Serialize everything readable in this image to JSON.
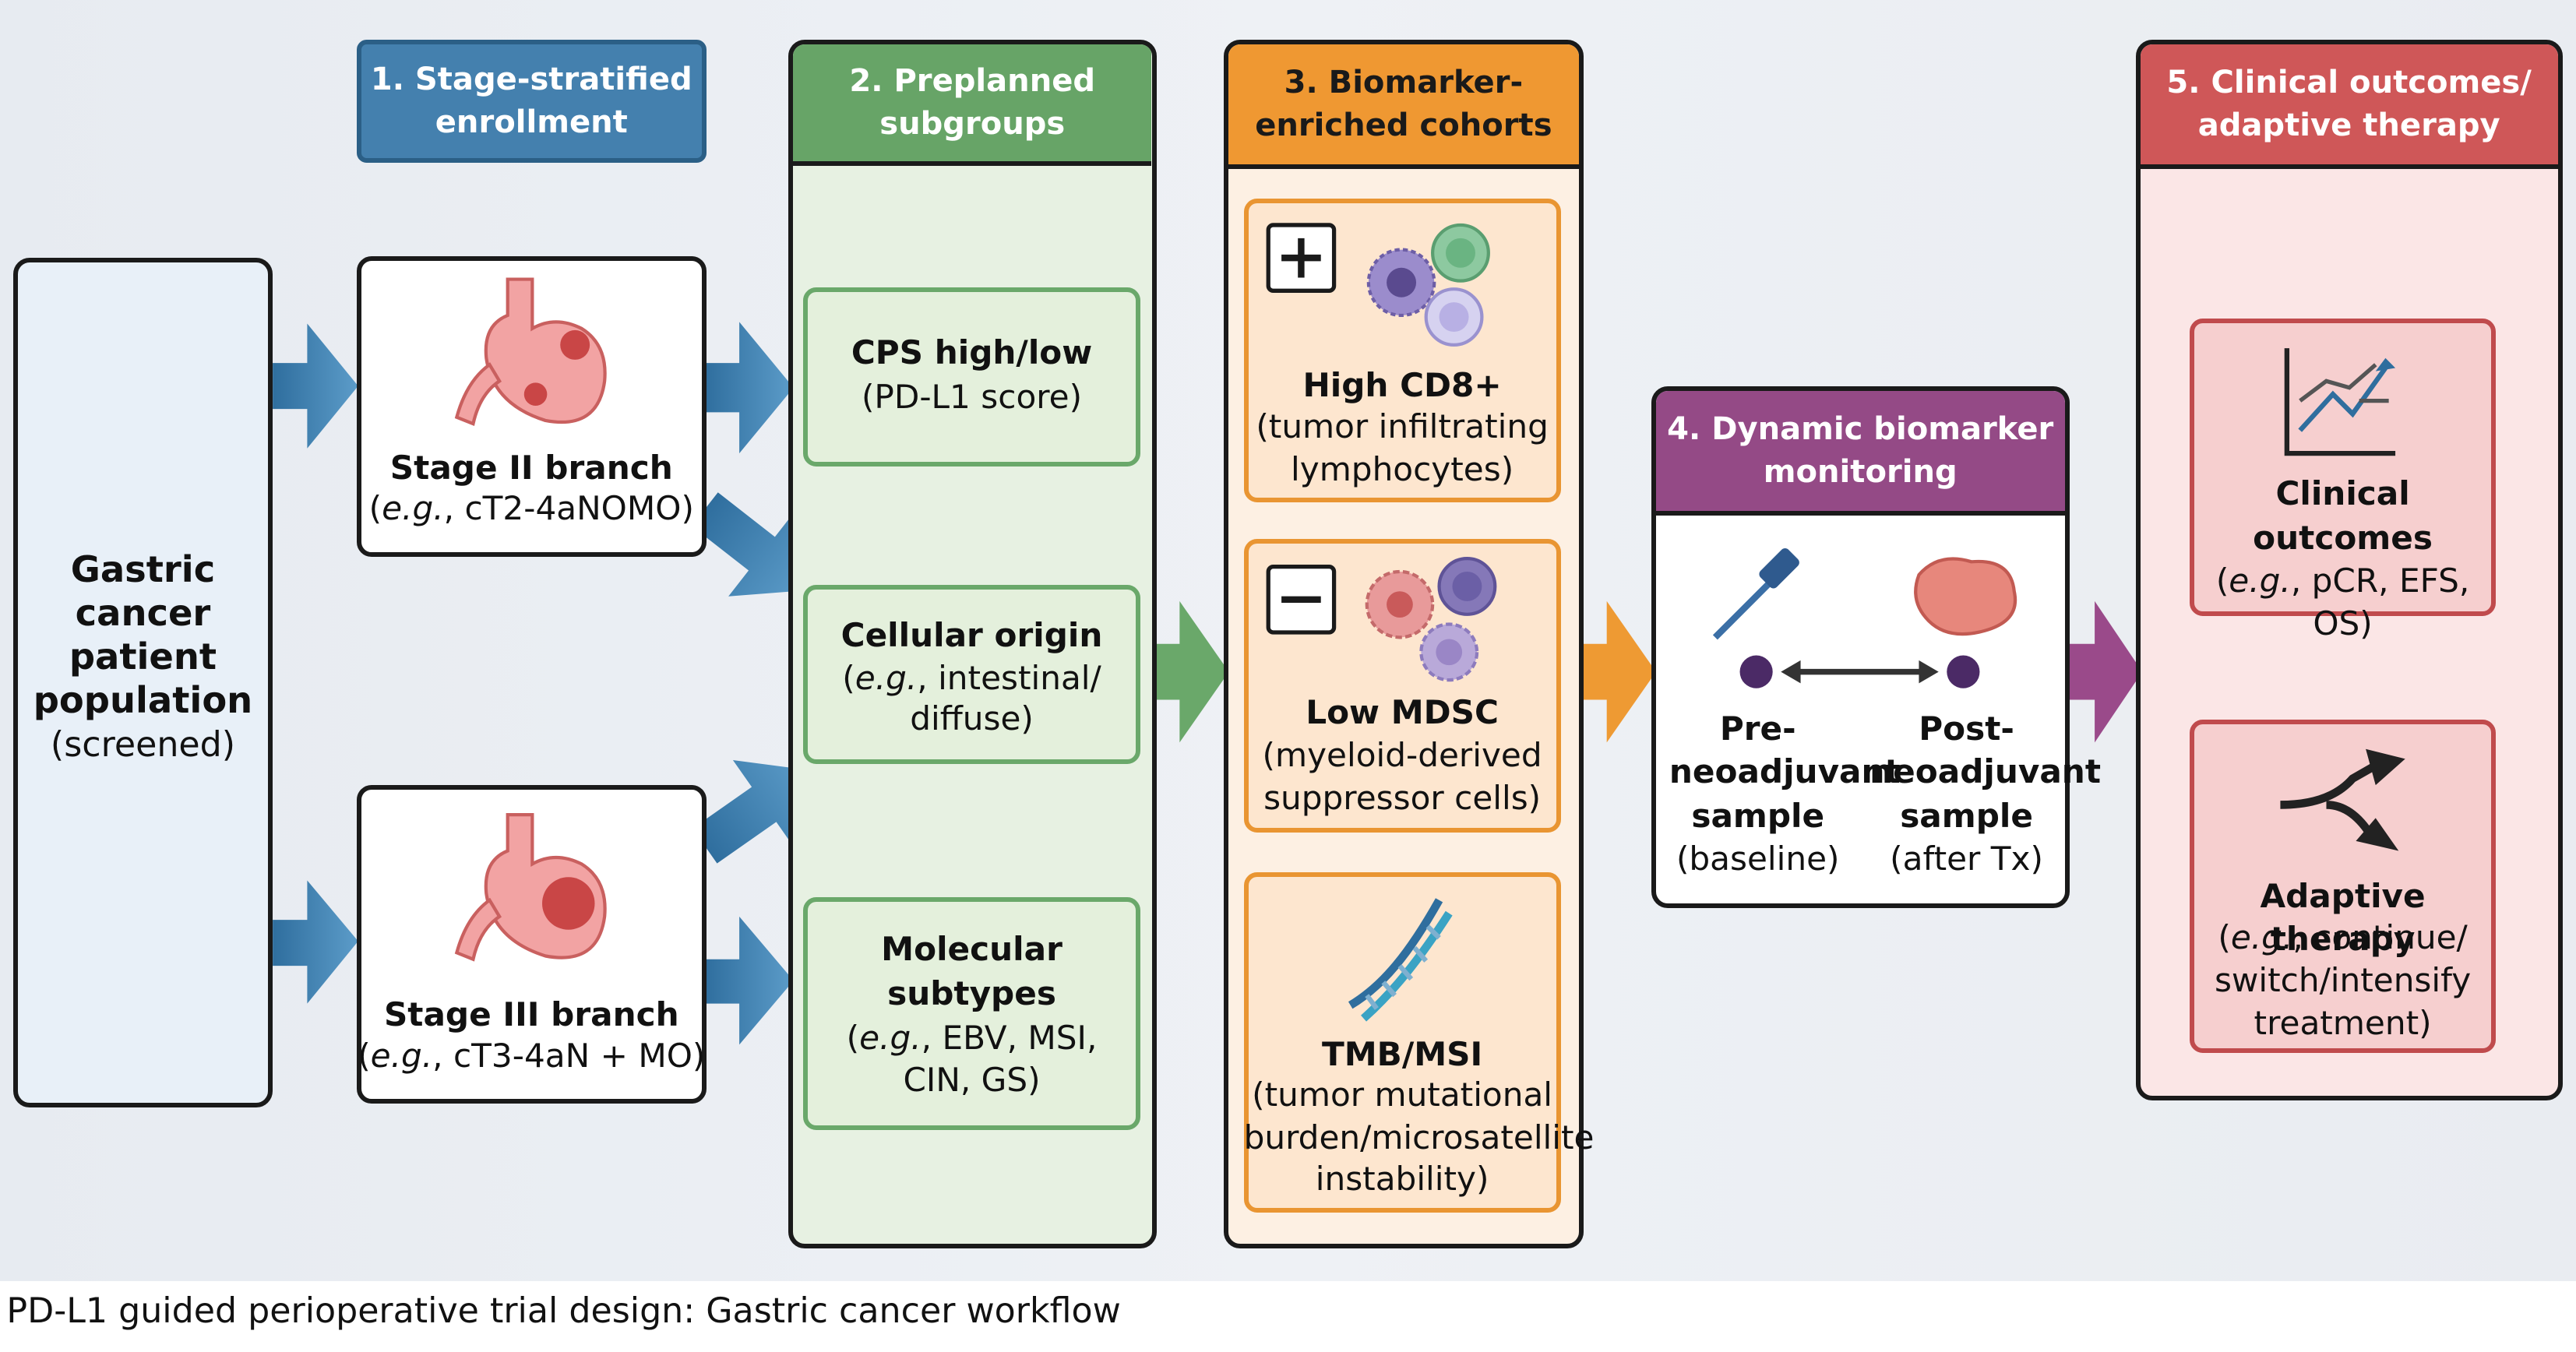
{
  "population": {
    "line1": "Gastric",
    "line2": "cancer",
    "line3": "patient",
    "line4": "population",
    "line5": "(screened)"
  },
  "step1": {
    "header_line1": "1. Stage-stratified",
    "header_line2": "enrollment",
    "stage2_title": "Stage II branch",
    "stage2_eg": "e.g.",
    "stage2_detail": ", cT2-4aNOMO)",
    "stage3_title": "Stage III branch",
    "stage3_eg": "e.g.",
    "stage3_detail": ", cT3-4aN + MO)"
  },
  "step2": {
    "header_line1": "2. Preplanned",
    "header_line2": "subgroups",
    "cps_title": "CPS high/low",
    "cps_detail": "(PD-L1 score)",
    "origin_title": "Cellular origin",
    "origin_eg": "e.g.",
    "origin_detail1": ", intestinal/",
    "origin_detail2": "diffuse)",
    "mol_title1": "Molecular",
    "mol_title2": "subtypes",
    "mol_eg": "e.g.",
    "mol_detail1": ", EBV, MSI,",
    "mol_detail2": "CIN, GS)"
  },
  "step3": {
    "header_line1": "3. Biomarker-",
    "header_line2": "enriched cohorts",
    "cd8_title": "High CD8+",
    "cd8_detail1": "(tumor infiltrating",
    "cd8_detail2": "lymphocytes)",
    "mdsc_title": "Low MDSC",
    "mdsc_detail1": "(myeloid-derived",
    "mdsc_detail2": "suppressor cells)",
    "tmb_title": "TMB/MSI",
    "tmb_detail1": "(tumor mutational",
    "tmb_detail2": "burden/microsatellite",
    "tmb_detail3": "instability)"
  },
  "step4": {
    "header_line1": "4. Dynamic biomarker",
    "header_line2": "monitoring",
    "pre_line1": "Pre-",
    "pre_line2": "neoadjuvant",
    "pre_line3": "sample",
    "pre_line4": "(baseline)",
    "post_line1": "Post-",
    "post_line2": "neoadjuvant",
    "post_line3": "sample",
    "post_line4": "(after Tx)"
  },
  "step5": {
    "header_line1": "5. Clinical outcomes/",
    "header_line2": "adaptive therapy",
    "clin_title1": "Clinical",
    "clin_title2": "outcomes",
    "clin_eg": "e.g.",
    "clin_detail": ", pCR, EFS, OS)",
    "adapt_title": "Adaptive therapy",
    "adapt_eg": "e.g.",
    "adapt_detail1": ", continue/",
    "adapt_detail2": "switch/intensify",
    "adapt_detail3": "treatment)"
  },
  "caption": "PD-L1 guided perioperative trial design: Gastric cancer workflow",
  "colors": {
    "blue": "#3f7fad",
    "green": "#67a467",
    "orange": "#e99532",
    "purple": "#944a86",
    "red": "#cf5758"
  }
}
